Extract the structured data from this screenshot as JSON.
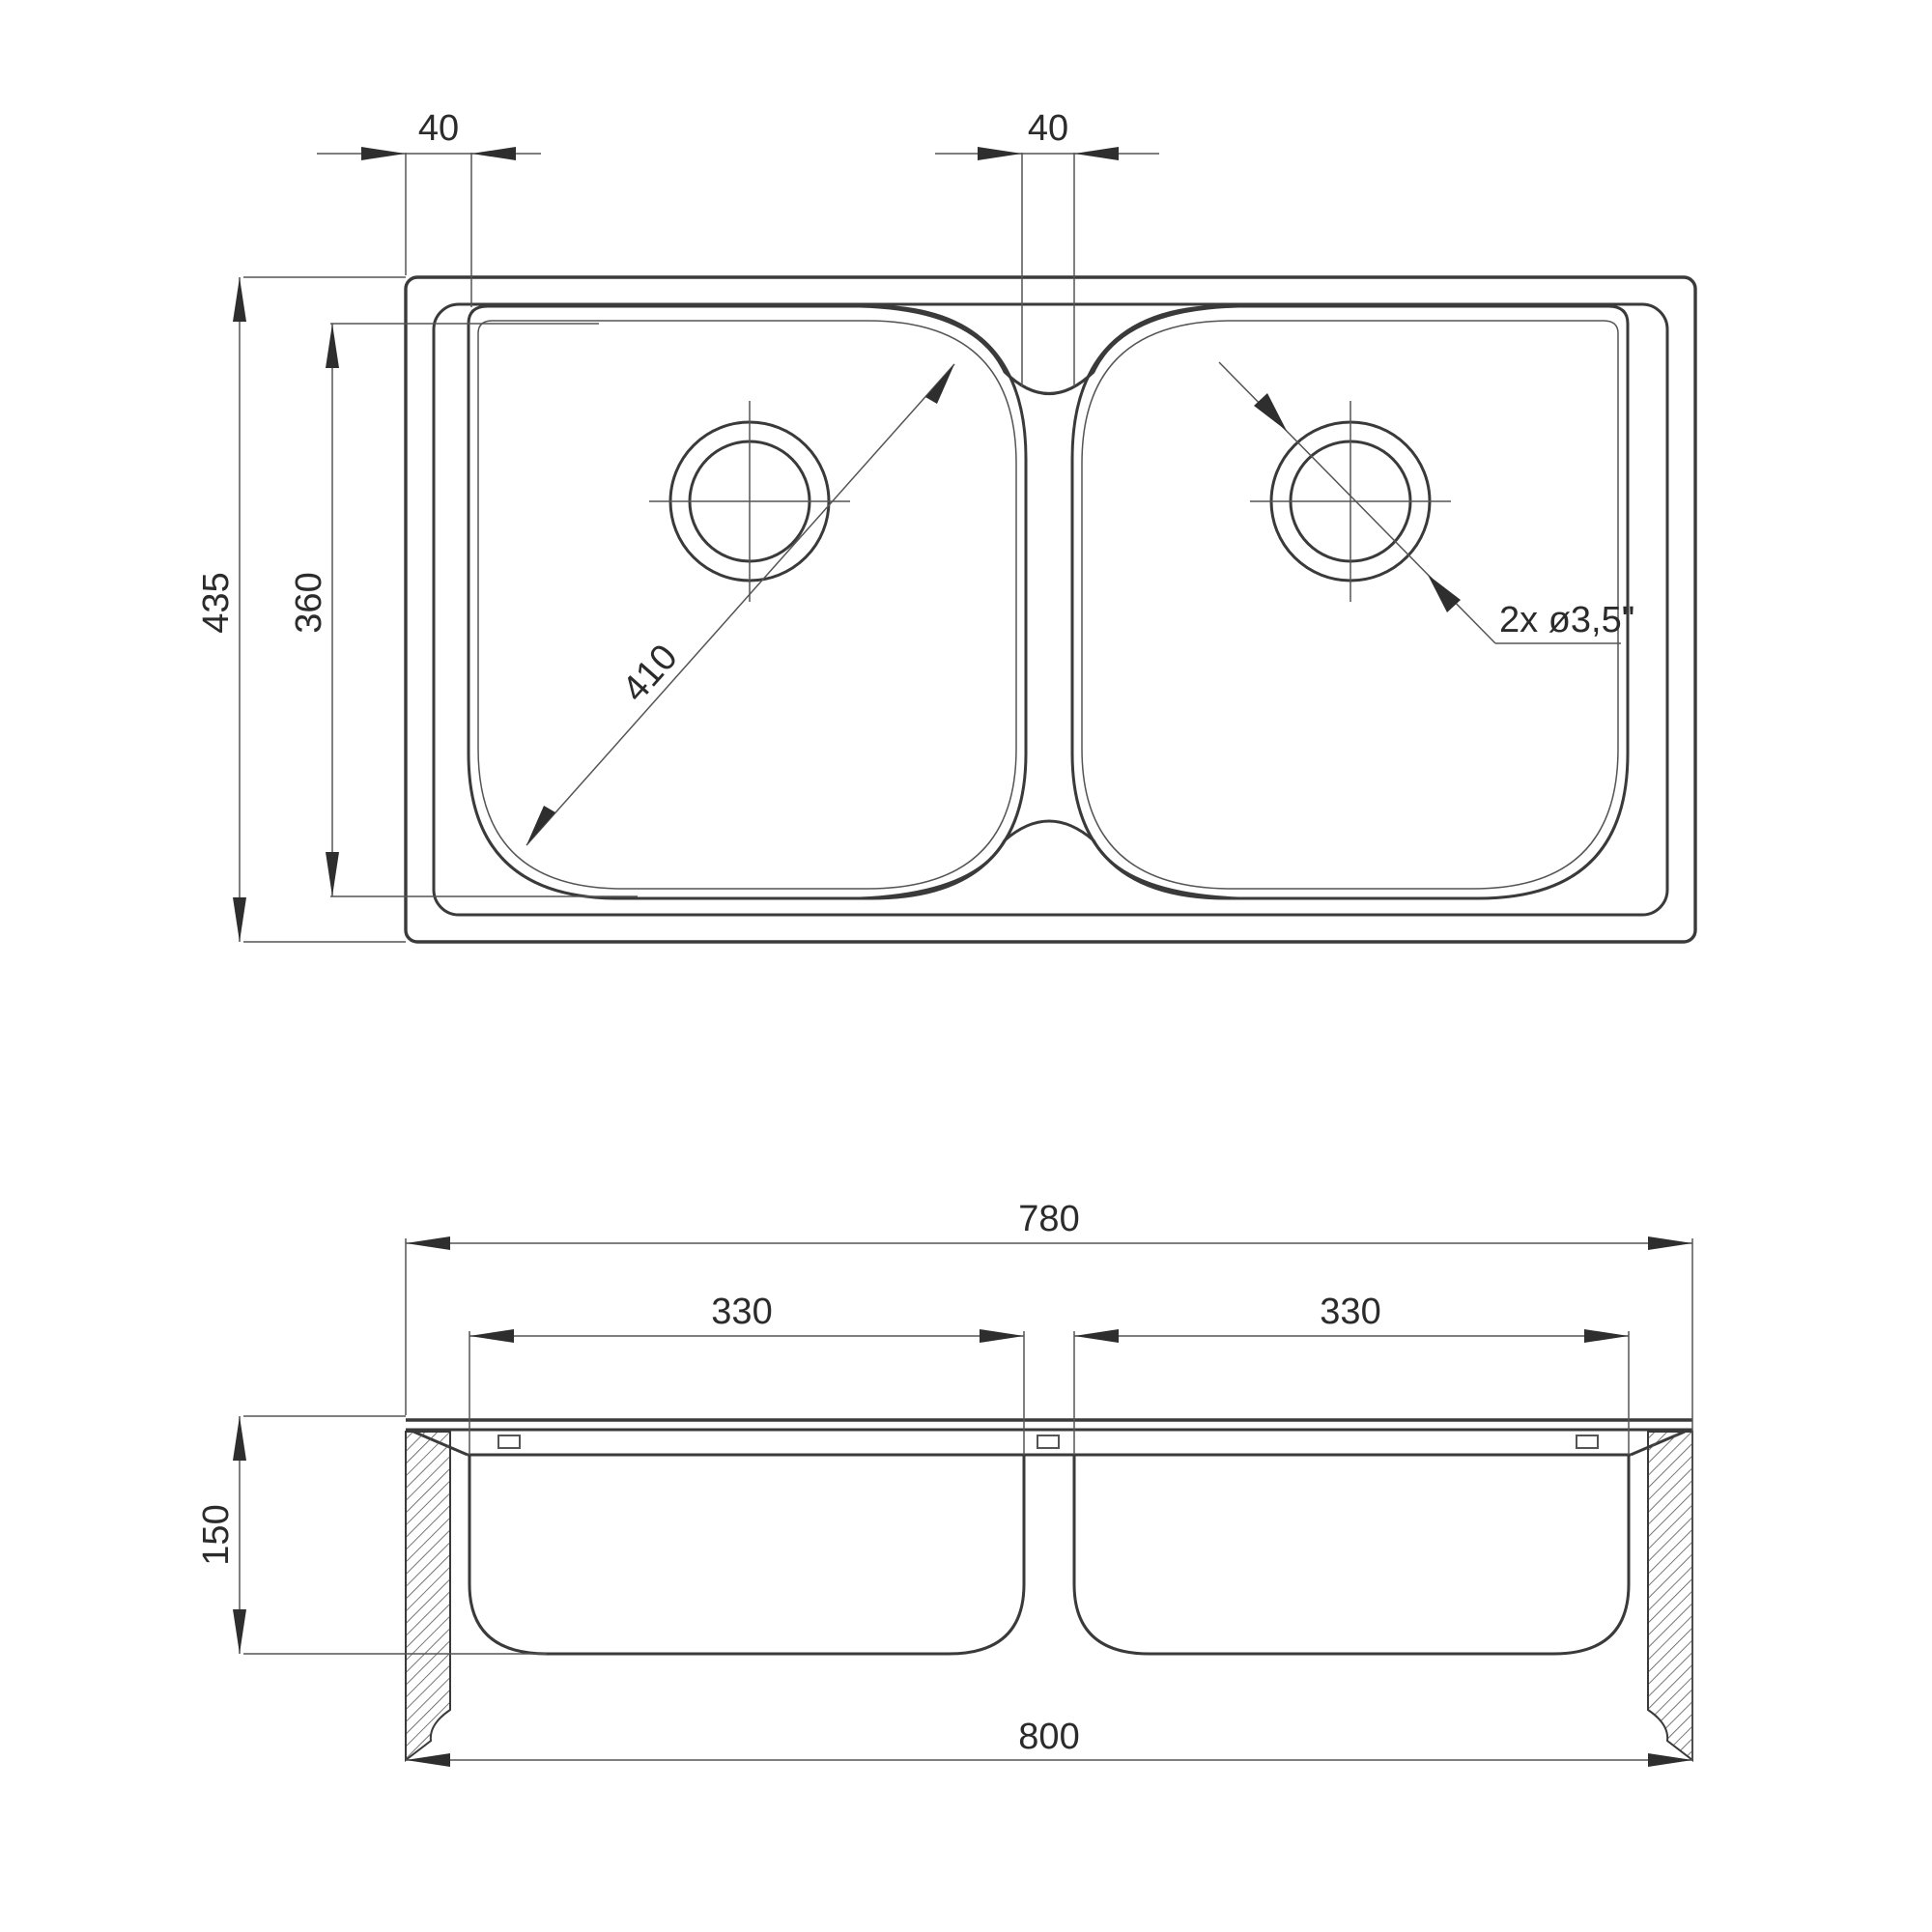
{
  "top_view": {
    "dim_rim_left": "40",
    "dim_rim_center": "40",
    "dim_total_depth": "435",
    "dim_bowl_depth": "360",
    "dim_bowl_diagonal": "410",
    "drain_label": "2x ø3,5\""
  },
  "side_view": {
    "dim_inner_width": "780",
    "dim_bowl_left_width": "330",
    "dim_bowl_right_width": "330",
    "dim_height": "150",
    "dim_outer_width": "800"
  },
  "colors": {
    "line": "#3a3a3a",
    "text": "#2b2b2b",
    "background": "#ffffff"
  }
}
